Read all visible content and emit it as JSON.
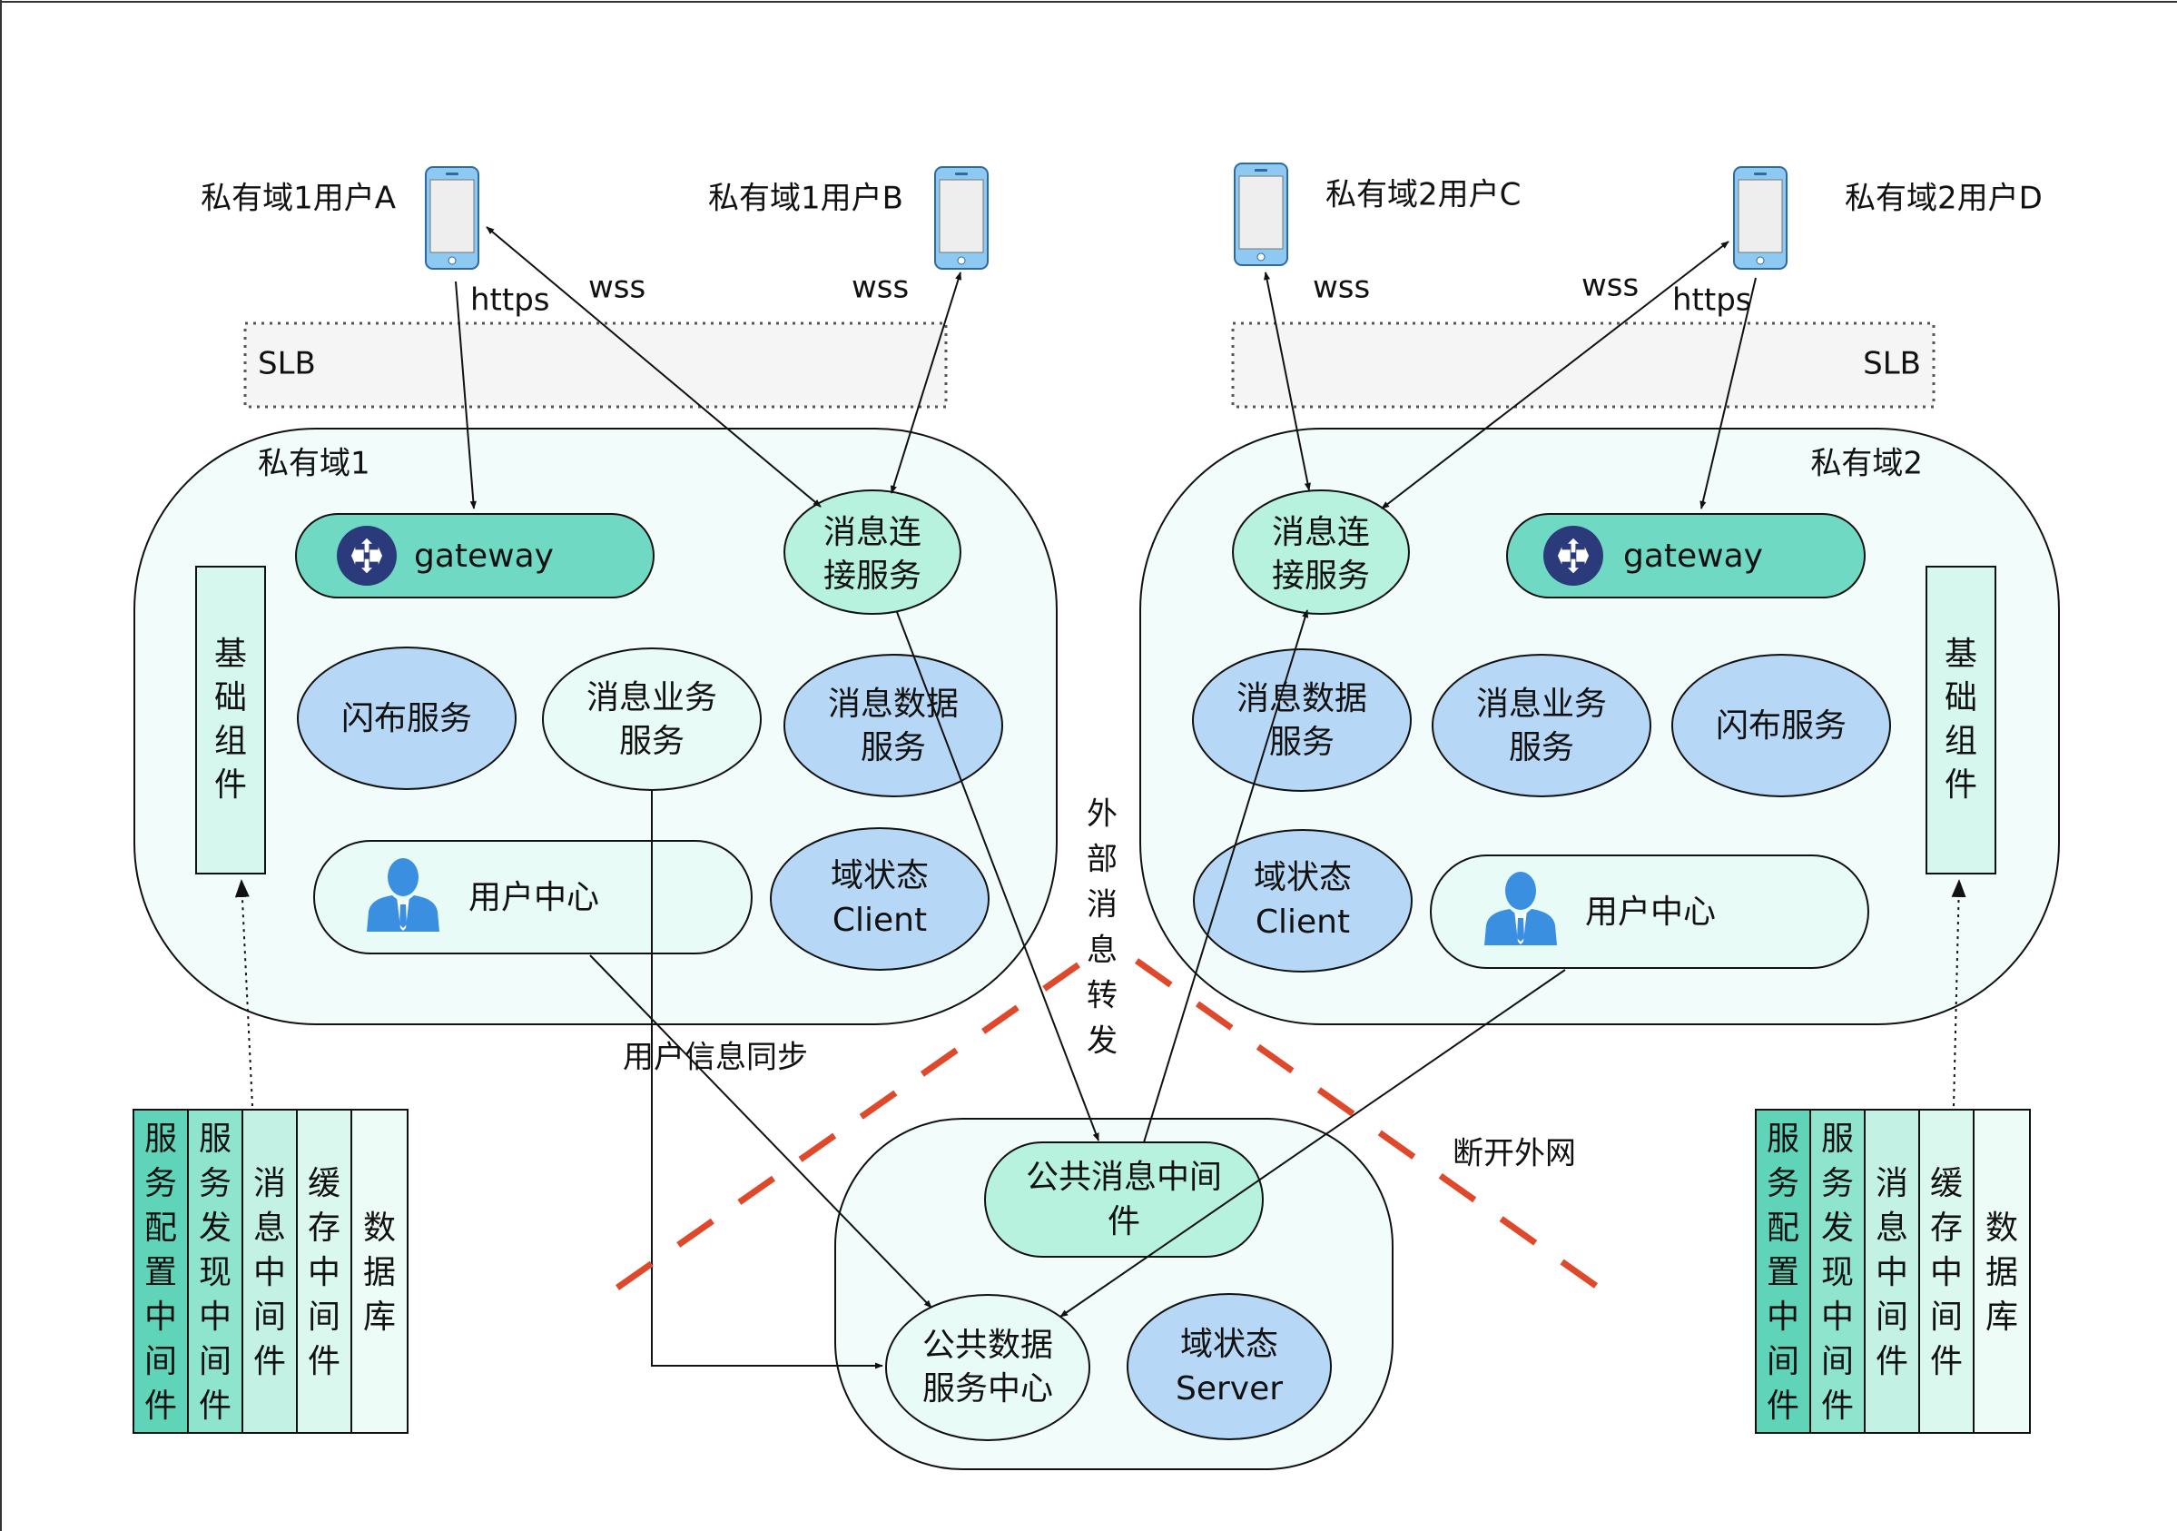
{
  "users": {
    "a": "私有域1用户A",
    "b": "私有域1用户B",
    "c": "私有域2用户C",
    "d": "私有域2用户D"
  },
  "protocols": {
    "https_left": "https",
    "wss_a": "wss",
    "wss_b": "wss",
    "wss_c": "wss",
    "wss_d": "wss",
    "https_right": "https"
  },
  "slb": {
    "left": "SLB",
    "right": "SLB"
  },
  "domain1": {
    "title": "私有域1",
    "gateway": "gateway",
    "msg_conn": [
      "消息连",
      "接服务"
    ],
    "flash_release": "闪布服务",
    "msg_business": [
      "消息业务",
      "服务"
    ],
    "msg_data": [
      "消息数据",
      "服务"
    ],
    "user_center": "用户中心",
    "domain_state": [
      "域状态",
      "Client"
    ],
    "base_component": [
      "基",
      "础",
      "组",
      "件"
    ]
  },
  "domain2": {
    "title": "私有域2",
    "gateway": "gateway",
    "msg_conn": [
      "消息连",
      "接服务"
    ],
    "flash_release": "闪布服务",
    "msg_business": [
      "消息业务",
      "服务"
    ],
    "msg_data": [
      "消息数据",
      "服务"
    ],
    "user_center": "用户中心",
    "domain_state": [
      "域状态",
      "Client"
    ],
    "base_component": [
      "基",
      "础",
      "组",
      "件"
    ]
  },
  "external_forward": [
    "外",
    "部",
    "消",
    "息",
    "转",
    "发"
  ],
  "user_sync": "用户信息同步",
  "disconnect": "断开外网",
  "public": {
    "msg_middleware": [
      "公共消息中间",
      "件"
    ],
    "data_center": [
      "公共数据",
      "服务中心"
    ],
    "domain_state_server": [
      "域状态",
      "Server"
    ]
  },
  "middleware_left": [
    [
      "服",
      "务",
      "配",
      "置",
      "中",
      "间",
      "件"
    ],
    [
      "服",
      "务",
      "发",
      "现",
      "中",
      "间",
      "件"
    ],
    [
      "消",
      "息",
      "中",
      "间",
      "件"
    ],
    [
      "缓",
      "存",
      "中",
      "间",
      "件"
    ],
    [
      "数",
      "据",
      "库"
    ]
  ],
  "middleware_right": [
    [
      "服",
      "务",
      "配",
      "置",
      "中",
      "间",
      "件"
    ],
    [
      "服",
      "务",
      "发",
      "现",
      "中",
      "间",
      "件"
    ],
    [
      "消",
      "息",
      "中",
      "间",
      "件"
    ],
    [
      "缓",
      "存",
      "中",
      "间",
      "件"
    ],
    [
      "数",
      "据",
      "库"
    ]
  ],
  "colors": {
    "gateway_fill": "#6fd9c4",
    "conn_fill": "#b6f2dd",
    "service_blue": "#b6d8f6",
    "light_fill": "#e9fbf6",
    "domain_fill": "#f1fcfb",
    "cut_line": "#e0482b",
    "phone_blue": "#8ec9f2",
    "person_blue": "#3b8fe0"
  },
  "icons": [
    "phone-icon",
    "router-icon",
    "person-icon"
  ]
}
